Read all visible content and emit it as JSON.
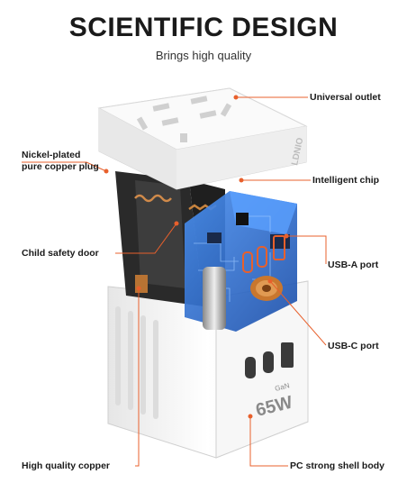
{
  "title": "SCIENTIFIC DESIGN",
  "subtitle": "Brings high quality",
  "brand": "LDNIO",
  "power_rating": "65W",
  "power_tech": "GaN",
  "callouts": {
    "universal_outlet": "Universal outlet",
    "copper_plug_line1": "Nickel-plated",
    "copper_plug_line2": "pure copper plug",
    "intelligent_chip": "Intelligent chip",
    "child_safety_door": "Child safety door",
    "usb_a_port": "USB-A port",
    "usb_c_port": "USB-C port",
    "high_quality_copper": "High quality copper",
    "pc_shell": "PC strong shell body"
  },
  "colors": {
    "accent_line": "#e8602c",
    "circuit_blue": "#2c6fd6",
    "shell": "#f2f2f2"
  }
}
